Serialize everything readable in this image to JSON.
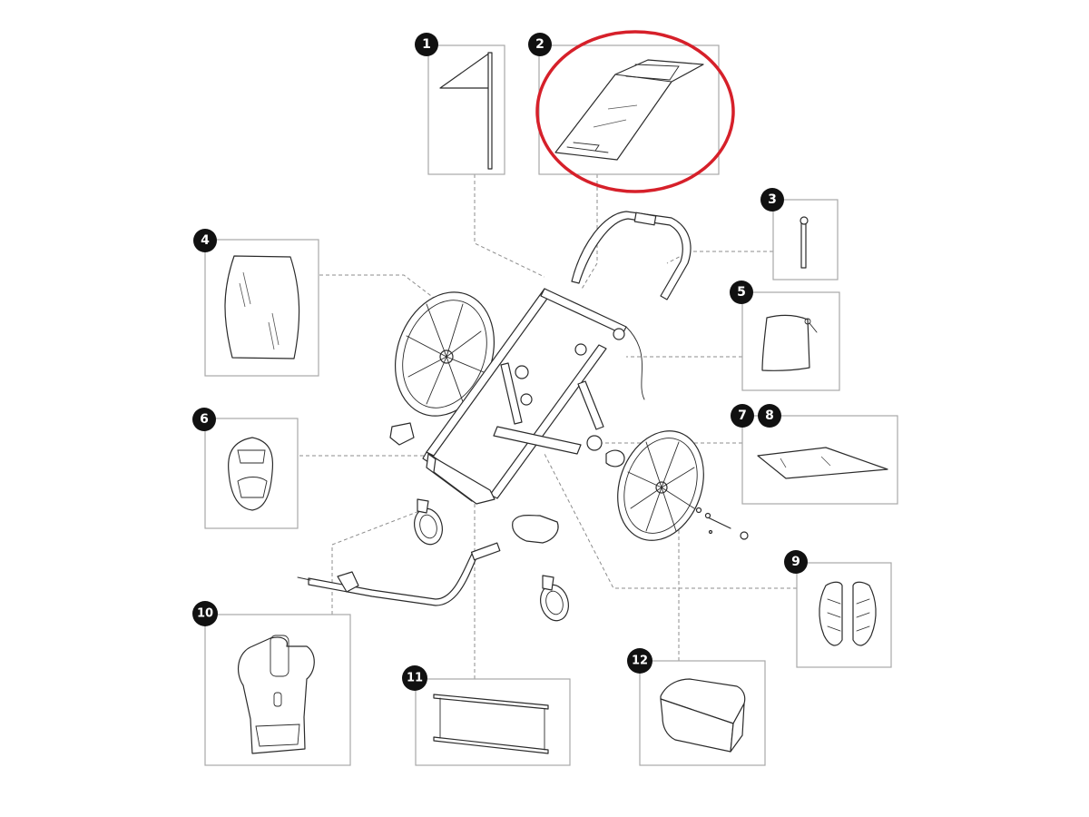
{
  "diagram": {
    "type": "exploded-parts-diagram",
    "subject": "jogging stroller frame with accessory parts",
    "highlight": {
      "part": "2",
      "shape": "ellipse",
      "color": "#d6202a"
    },
    "colors": {
      "badge": "#111111",
      "box_border": "#a8a8a8",
      "connector": "#8c8c8c",
      "line_art": "#2b2b2b"
    },
    "parts": [
      {
        "number": "1",
        "label": "1",
        "depicts": "safety flag"
      },
      {
        "number": "2",
        "label": "2",
        "depicts": "rain/sun canopy cover"
      },
      {
        "number": "3",
        "label": "3",
        "depicts": "wrist strap"
      },
      {
        "number": "4",
        "label": "4",
        "depicts": "rain cover / screen"
      },
      {
        "number": "5",
        "label": "5",
        "depicts": "storage bag"
      },
      {
        "number": "6",
        "label": "6",
        "depicts": "head pad"
      },
      {
        "number": "7",
        "label": "7",
        "depicts": "sun shade"
      },
      {
        "number": "8",
        "label": "8",
        "depicts": "sun shade"
      },
      {
        "number": "9",
        "label": "9",
        "depicts": "shoulder pads"
      },
      {
        "number": "10",
        "label": "10",
        "depicts": "seat pad"
      },
      {
        "number": "11",
        "label": "11",
        "depicts": "crossbar rails"
      },
      {
        "number": "12",
        "label": "12",
        "depicts": "storage basket"
      }
    ]
  }
}
